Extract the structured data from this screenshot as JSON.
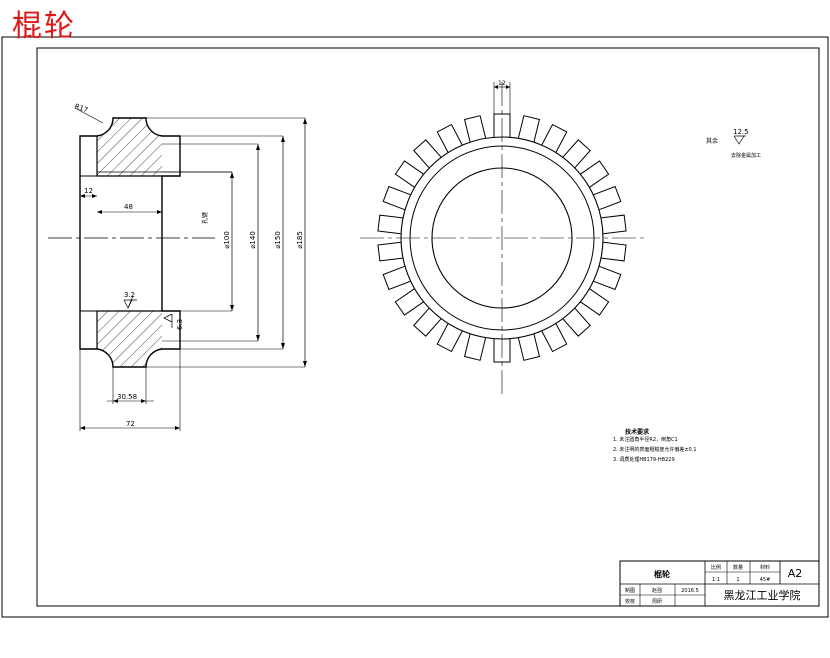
{
  "page_title": "棍轮",
  "section_view": {
    "radius_label": "R17",
    "dim_12": "12",
    "dim_48": "48",
    "dim_100": "⌀100",
    "bore_label": "孔键",
    "dim_140": "⌀140",
    "dim_150": "⌀150",
    "dim_185": "⌀185",
    "roughness_inner": "3.2",
    "roughness_side": "6.3",
    "dim_3058": "30.58",
    "dim_72": "72"
  },
  "front_view": {
    "tooth_width": "12",
    "tooth_count": 26
  },
  "surface_note": {
    "prefix": "其余",
    "value": "12.5",
    "sub": "去除金属加工"
  },
  "tech_req": {
    "title": "技术要求",
    "items": [
      "1. 未注圆角半径R2，倒角C1",
      "2. 未注明的表面粗糙度允许偏差±0.1",
      "3. 调质处理HB179-HB229"
    ]
  },
  "title_block": {
    "part_name": "棍轮",
    "h_scale": "比例",
    "h_qty": "数量",
    "h_material": "材料",
    "scale": "1:1",
    "qty": "1",
    "material": "45#",
    "sheet": "A2",
    "drawn_label": "制图",
    "drawn_name": "赵强",
    "date": "2016.5",
    "checked_label": "校核",
    "checked_name": "周研",
    "school": "黑龙江工业学院"
  }
}
